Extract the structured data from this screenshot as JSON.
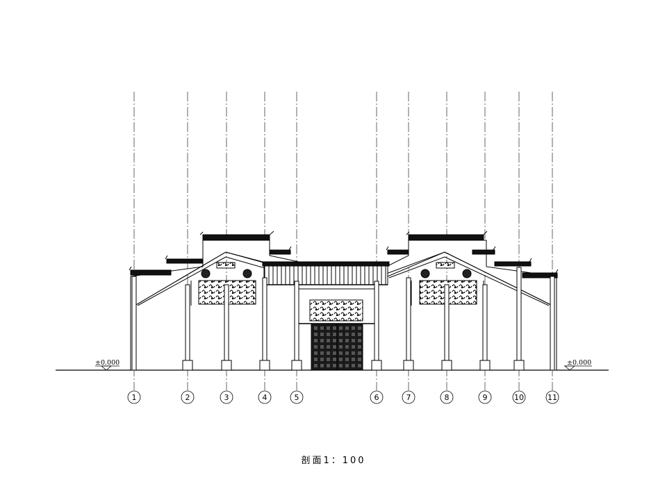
{
  "drawing": {
    "axes": [
      "1",
      "2",
      "3",
      "4",
      "5",
      "6",
      "7",
      "8",
      "9",
      "10",
      "11"
    ],
    "level_left": "±0.000",
    "level_right": "±0.000",
    "caption": "剖面1：100"
  },
  "colors": {
    "line": "#000000",
    "roof": "#111111",
    "background": "#ffffff"
  }
}
